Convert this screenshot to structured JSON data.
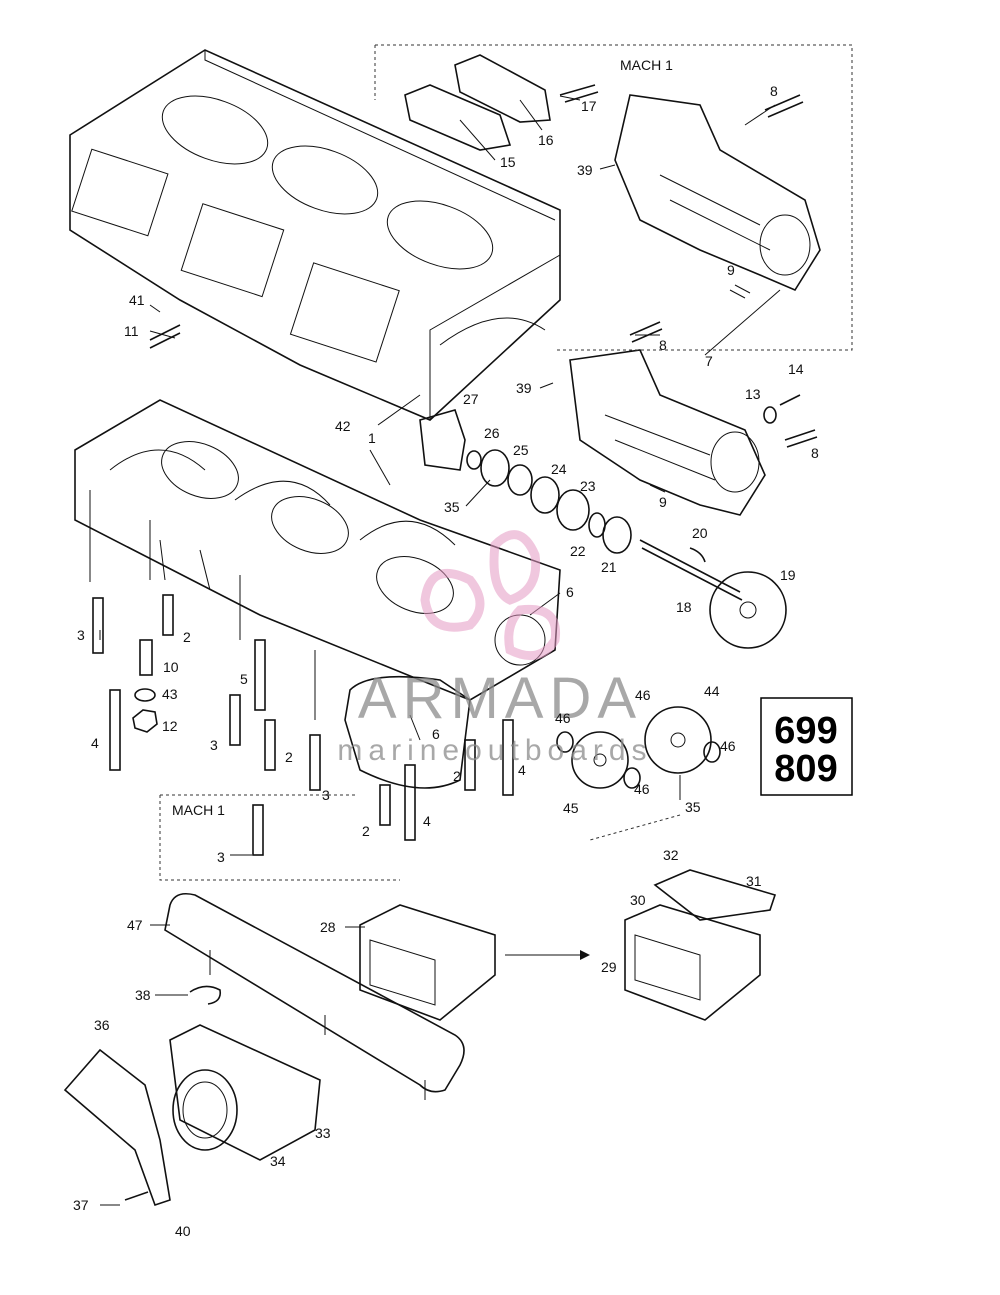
{
  "diagram": {
    "model_box": {
      "line1": "699",
      "line2": "809"
    },
    "variant_labels": {
      "top": "MACH 1",
      "bottom": "MACH 1"
    },
    "callouts": [
      "1",
      "2",
      "3",
      "4",
      "5",
      "6",
      "7",
      "8",
      "9",
      "10",
      "11",
      "12",
      "13",
      "14",
      "15",
      "16",
      "17",
      "18",
      "19",
      "20",
      "21",
      "22",
      "23",
      "24",
      "25",
      "26",
      "27",
      "28",
      "29",
      "30",
      "31",
      "32",
      "33",
      "34",
      "35",
      "36",
      "37",
      "38",
      "39",
      "40",
      "41",
      "42",
      "43",
      "44",
      "45",
      "46",
      "47"
    ]
  },
  "watermark": {
    "brand": "ARMADA",
    "tagline": "marineoutboards",
    "accent_color": "#e59ac4"
  }
}
